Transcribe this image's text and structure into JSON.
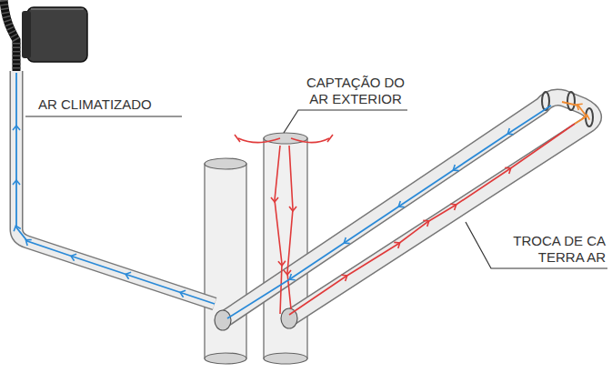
{
  "diagram": {
    "labels": [
      "AR CLIMATIZADO",
      "CAPTAÇÃO DO AR EXTERIOR",
      "TROCA DE CA TERRA AR"
    ]
  }
}
